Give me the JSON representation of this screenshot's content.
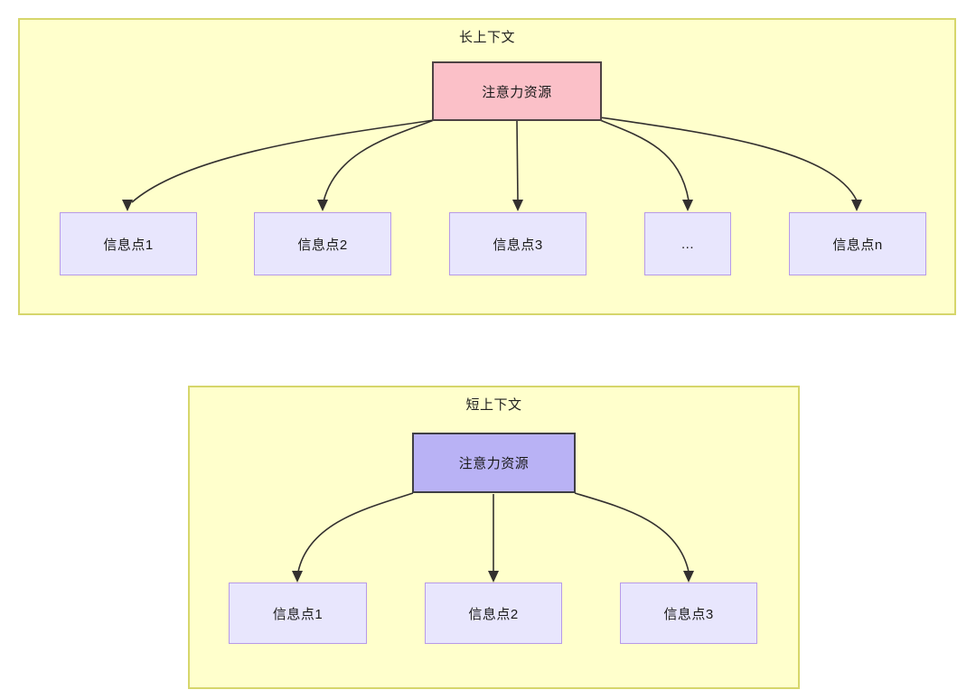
{
  "diagram": {
    "title_long": "长上下文",
    "title_short": "短上下文",
    "colors": {
      "panel_bg": "#ffffcc",
      "panel_border": "#d6d66b",
      "root_long_bg": "#fbc0c8",
      "root_long_border": "#4d4243",
      "root_short_bg": "#b9b2f5",
      "root_short_border": "#3f3f44",
      "leaf_bg": "#e8e6fd",
      "leaf_border": "#b79ae8",
      "edge": "#33302f",
      "text": "#1a1a1a"
    }
  },
  "long_context": {
    "panel_label": "长上下文",
    "root": {
      "label": "注意力资源"
    },
    "leaves": [
      {
        "label": "信息点1"
      },
      {
        "label": "信息点2"
      },
      {
        "label": "信息点3"
      },
      {
        "label": "..."
      },
      {
        "label": "信息点n"
      }
    ]
  },
  "short_context": {
    "panel_label": "短上下文",
    "root": {
      "label": "注意力资源"
    },
    "leaves": [
      {
        "label": "信息点1"
      },
      {
        "label": "信息点2"
      },
      {
        "label": "信息点3"
      }
    ]
  }
}
